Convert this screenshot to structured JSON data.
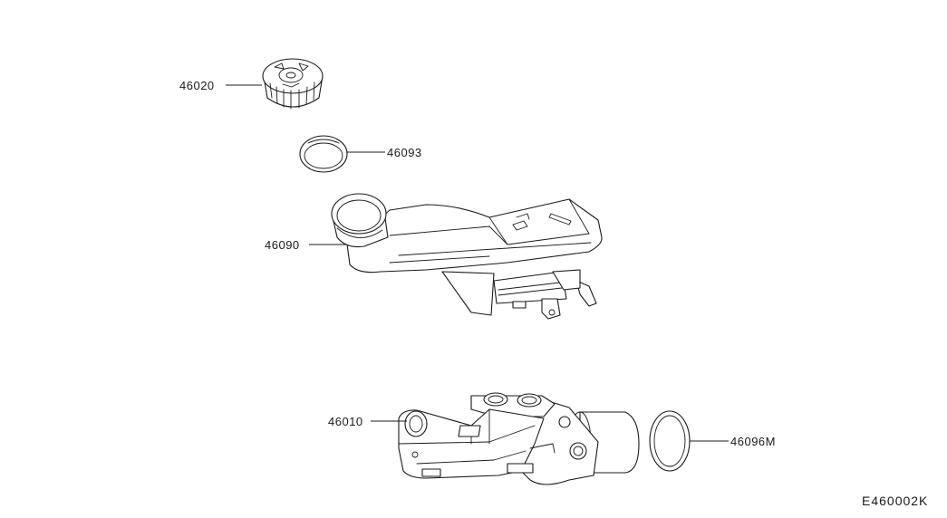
{
  "diagram_code": "E460002K",
  "parts": [
    {
      "id": "cap",
      "label": "46020"
    },
    {
      "id": "seal",
      "label": "46093"
    },
    {
      "id": "reservoir",
      "label": "46090"
    },
    {
      "id": "master-cylinder",
      "label": "46010"
    },
    {
      "id": "o-ring",
      "label": "46096M"
    }
  ]
}
